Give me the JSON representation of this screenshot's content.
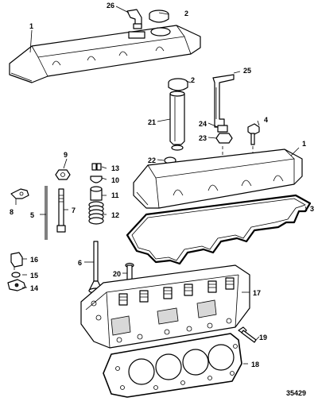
{
  "diagram": {
    "figure_number": "35429",
    "callouts": [
      {
        "id": "1a",
        "label": "1"
      },
      {
        "id": "1b",
        "label": "1"
      },
      {
        "id": "2a",
        "label": "2"
      },
      {
        "id": "2b",
        "label": "2"
      },
      {
        "id": "3",
        "label": "3"
      },
      {
        "id": "4",
        "label": "4"
      },
      {
        "id": "5",
        "label": "5"
      },
      {
        "id": "6",
        "label": "6"
      },
      {
        "id": "7",
        "label": "7"
      },
      {
        "id": "8",
        "label": "8"
      },
      {
        "id": "9",
        "label": "9"
      },
      {
        "id": "10",
        "label": "10"
      },
      {
        "id": "11",
        "label": "11"
      },
      {
        "id": "12",
        "label": "12"
      },
      {
        "id": "13",
        "label": "13"
      },
      {
        "id": "14",
        "label": "14"
      },
      {
        "id": "15",
        "label": "15"
      },
      {
        "id": "16",
        "label": "16"
      },
      {
        "id": "17",
        "label": "17"
      },
      {
        "id": "18",
        "label": "18"
      },
      {
        "id": "19",
        "label": "19"
      },
      {
        "id": "20",
        "label": "20"
      },
      {
        "id": "21",
        "label": "21"
      },
      {
        "id": "22",
        "label": "22"
      },
      {
        "id": "23",
        "label": "23"
      },
      {
        "id": "24",
        "label": "24"
      },
      {
        "id": "25",
        "label": "25"
      },
      {
        "id": "26",
        "label": "26"
      }
    ]
  }
}
